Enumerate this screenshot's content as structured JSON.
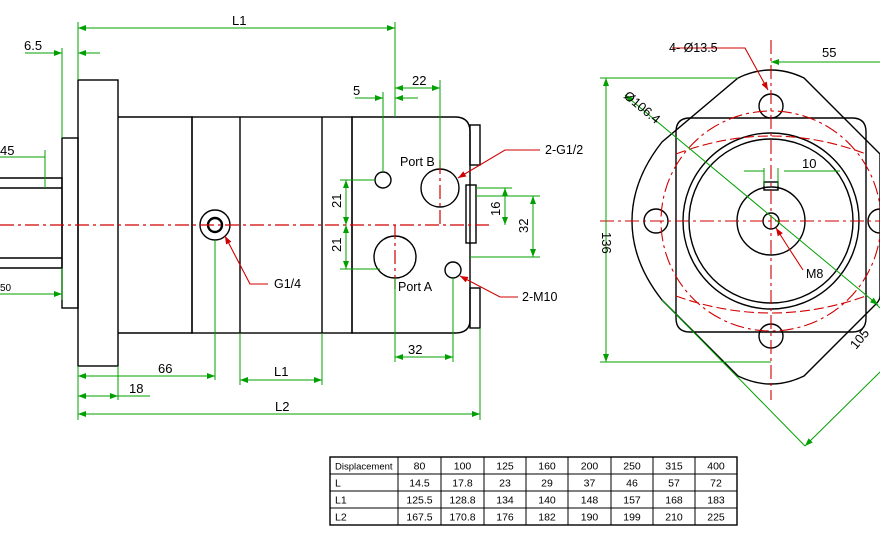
{
  "colors": {
    "dimension": "#00a000",
    "centerline": "#d00000",
    "outline": "#000000",
    "background": "#ffffff"
  },
  "dims": {
    "l1_top": "L1",
    "d6_5": "6.5",
    "d5": "5",
    "d22": "22",
    "d45": "45",
    "d21a": "21",
    "d21b": "21",
    "d16": "16",
    "d32v": "32",
    "d50": "50",
    "d66": "66",
    "d18": "18",
    "l1_bottom": "L1",
    "d32h": "32",
    "l2": "L2",
    "d55": "55",
    "d10": "10",
    "d136": "136",
    "d105": "105",
    "d106_4": "Ø106.4"
  },
  "labels": {
    "port_b": "Port B",
    "port_a": "Port A",
    "g1_2": "2-G1/2",
    "g1_4": "G1/4",
    "m10": "2-M10",
    "holes": "4- Ø13.5",
    "m8": "M8"
  },
  "table": {
    "header": [
      "Displacement",
      "80",
      "100",
      "125",
      "160",
      "200",
      "250",
      "315",
      "400"
    ],
    "rows": [
      [
        "L",
        "14.5",
        "17.8",
        "23",
        "29",
        "37",
        "46",
        "57",
        "72"
      ],
      [
        "L1",
        "125.5",
        "128.8",
        "134",
        "140",
        "148",
        "157",
        "168",
        "183"
      ],
      [
        "L2",
        "167.5",
        "170.8",
        "176",
        "182",
        "190",
        "199",
        "210",
        "225"
      ]
    ]
  }
}
